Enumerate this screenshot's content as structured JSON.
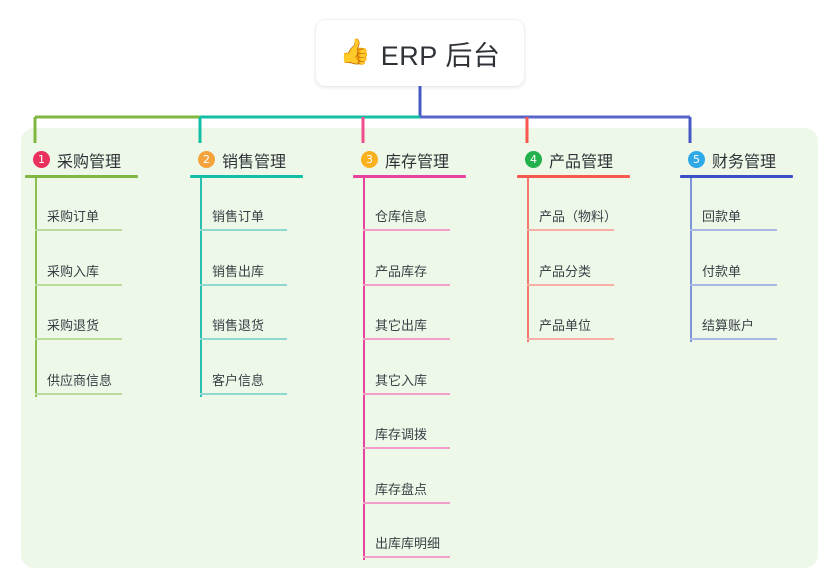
{
  "root": {
    "emoji": "👍",
    "emoji_name": "thumbs-up-icon",
    "title": "ERP 后台"
  },
  "palette": {
    "panel_bg": "#eef8e9",
    "page_bg": "#ffffff",
    "root_text": "#2f3338",
    "leaf_text": "#3a3f45",
    "trunk": "#4459c2",
    "bar_left": "#7fb740",
    "bar_mid": "#12bfa5",
    "bar_right": "#5864c8"
  },
  "columns": [
    {
      "index": "1",
      "title": "采购管理",
      "badge_color": "#e8315c",
      "rule_color": "#7fb740",
      "line_color": "#8cc152",
      "leaf_rule_color": "#b9dc9a",
      "drop_color": "#7fb740",
      "leaves": [
        "采购订单",
        "采购入库",
        "采购退货",
        "供应商信息"
      ]
    },
    {
      "index": "2",
      "title": "销售管理",
      "badge_color": "#f5a33c",
      "rule_color": "#12bfa5",
      "line_color": "#2bbfb0",
      "leaf_rule_color": "#8ed8cf",
      "drop_color": "#12bfa5",
      "leaves": [
        "销售订单",
        "销售出库",
        "销售退货",
        "客户信息"
      ]
    },
    {
      "index": "3",
      "title": "库存管理",
      "badge_color": "#fbb01e",
      "rule_color": "#e8449d",
      "line_color": "#e8449d",
      "leaf_rule_color": "#f09fc8",
      "drop_color": "#ef4e8f",
      "leaves": [
        "仓库信息",
        "产品库存",
        "其它出库",
        "其它入库",
        "库存调拨",
        "库存盘点",
        "出库库明细"
      ]
    },
    {
      "index": "4",
      "title": "产品管理",
      "badge_color": "#23b14d",
      "rule_color": "#f9584f",
      "line_color": "#f4766c",
      "leaf_rule_color": "#f9afa8",
      "drop_color": "#f9584f",
      "leaves": [
        "产品（物料）",
        "产品分类",
        "产品单位"
      ]
    },
    {
      "index": "5",
      "title": "财务管理",
      "badge_color": "#2fa8e8",
      "rule_color": "#3b50c4",
      "line_color": "#7c95d8",
      "leaf_rule_color": "#a8b9e4",
      "drop_color": "#4459c2",
      "leaves": [
        "回款单",
        "付款单",
        "结算账户"
      ]
    }
  ]
}
